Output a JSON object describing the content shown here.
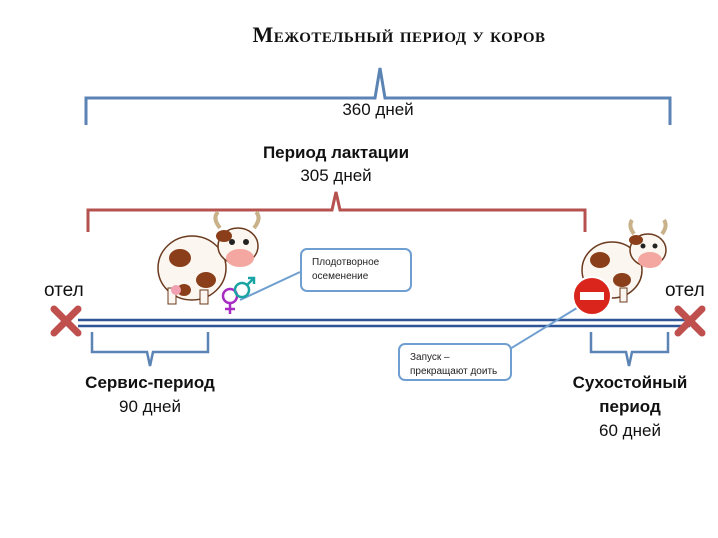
{
  "title": "Межотельный период у коров",
  "total": {
    "value": "360 дней"
  },
  "lactation": {
    "label": "Период лактации",
    "value": "305 дней"
  },
  "service": {
    "label": "Сервис-период",
    "value": "90 дней"
  },
  "dry": {
    "label_line1": "Сухостойный",
    "label_line2": "период",
    "value": "60 дней"
  },
  "calving_left": "отел",
  "calving_right": "отел",
  "callouts": {
    "insemination": "Плодотворное осеменение",
    "launch": "Запуск – прекращают доить"
  },
  "colors": {
    "total_brace": "#5b84b4",
    "lactation_brace": "#b5524f",
    "timeline": "#2f5597",
    "cross": "#c0504d",
    "callout_border": "#6f9fd0",
    "stop_sign": "#d9251c"
  },
  "icons": [
    "cow-icon",
    "venus-icon",
    "mars-icon",
    "stop-sign-icon",
    "cross-icon"
  ]
}
